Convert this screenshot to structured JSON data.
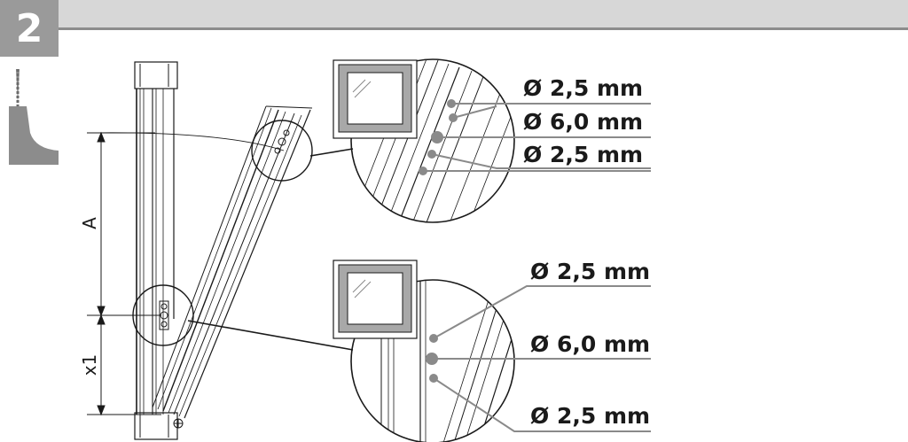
{
  "step": {
    "number": "2"
  },
  "dimensions": {
    "a_label": "A",
    "x1_label": "x1"
  },
  "top_detail": {
    "callouts": [
      "Ø 2,5 mm",
      "Ø 6,0 mm",
      "Ø 2,5 mm"
    ]
  },
  "bottom_detail": {
    "callouts": [
      "Ø 2,5 mm",
      "Ø 6,0 mm",
      "Ø 2,5 mm"
    ]
  },
  "colors": {
    "bar": "#d7d7d7",
    "step_box": "#9a9a9a",
    "line": "#1a1a1a",
    "leader": "#8a8a8a"
  },
  "icons": [
    "hand-drill-icon",
    "window-thumbnail-icon"
  ]
}
